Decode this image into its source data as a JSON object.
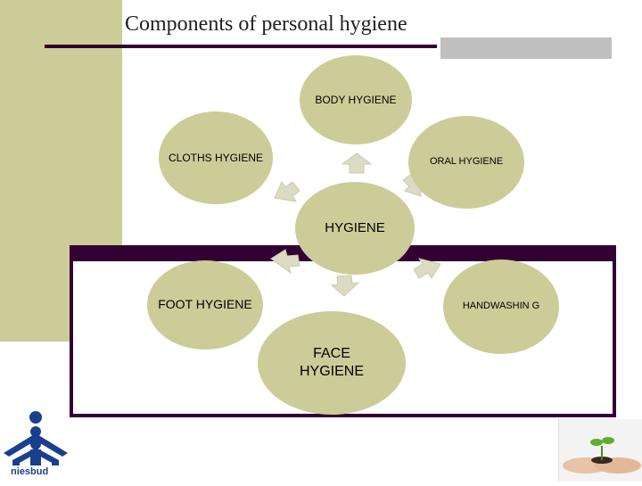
{
  "slide": {
    "title": "Components of personal hygiene",
    "logo_text": "niesbud",
    "colors": {
      "accent_dark": "#330033",
      "node_fill": "#cccc99",
      "arrow_fill": "#dcdcc4",
      "sidebar": "#cccc99"
    }
  },
  "diagram": {
    "center": "HYGIENE",
    "nodes": [
      {
        "id": "body",
        "label": "BODY HYGIENE"
      },
      {
        "id": "oral",
        "label": "ORAL HYGIENE"
      },
      {
        "id": "handwashing",
        "label": "HANDWASHIN G"
      },
      {
        "id": "face",
        "label": "FACE HYGIENE"
      },
      {
        "id": "foot",
        "label": "FOOT HYGIENE"
      },
      {
        "id": "cloths",
        "label": "CLOTHS HYGIENE"
      }
    ],
    "edges": [
      {
        "from": "center",
        "to": "body"
      },
      {
        "from": "center",
        "to": "oral"
      },
      {
        "from": "center",
        "to": "handwashing"
      },
      {
        "from": "center",
        "to": "face"
      },
      {
        "from": "center",
        "to": "foot"
      },
      {
        "from": "center",
        "to": "cloths"
      }
    ]
  }
}
